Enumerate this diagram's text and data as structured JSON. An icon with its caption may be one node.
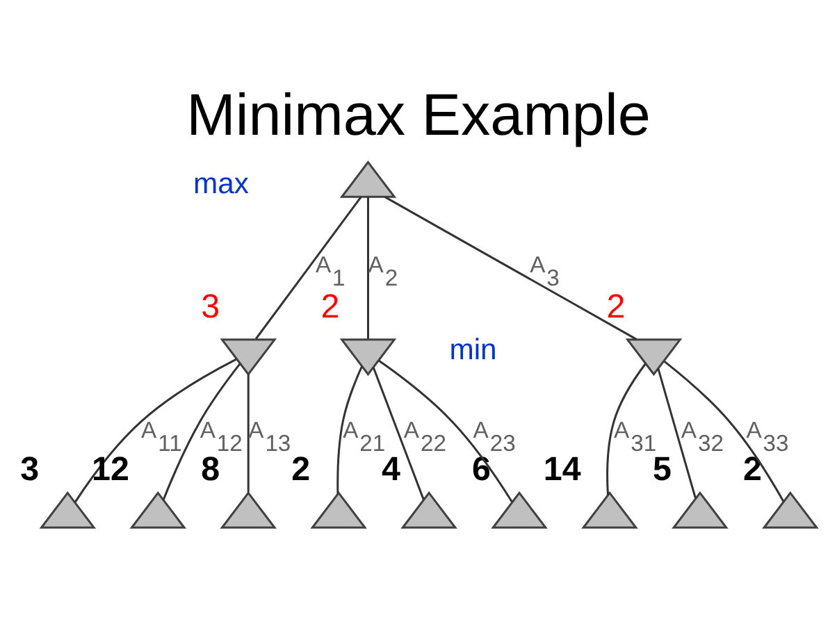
{
  "diagram": {
    "title": "Minimax Example",
    "nodes": [
      {
        "text": [],
        "shape": "triangle"
      },
      {
        "text": [],
        "shape": "triangle",
        "beside": [
          "3"
        ]
      },
      {
        "text": [],
        "shape": "triangle",
        "beside": [
          "2"
        ]
      },
      {
        "text": [],
        "shape": "triangle",
        "beside": [
          "2"
        ]
      },
      {
        "text": [],
        "shape": "triangle",
        "beside": [
          "3"
        ]
      },
      {
        "text": [],
        "shape": "triangle",
        "beside": [
          "12"
        ]
      },
      {
        "text": [],
        "shape": "triangle",
        "beside": [
          "8"
        ]
      },
      {
        "text": [],
        "shape": "triangle",
        "beside": [
          "2"
        ]
      },
      {
        "text": [],
        "shape": "triangle",
        "beside": [
          "4"
        ]
      },
      {
        "text": [],
        "shape": "triangle",
        "beside": [
          "6"
        ]
      },
      {
        "text": [],
        "shape": "triangle",
        "beside": [
          "14"
        ]
      },
      {
        "text": [],
        "shape": "triangle",
        "beside": [
          "5"
        ]
      },
      {
        "text": [],
        "shape": "triangle",
        "beside": [
          "2"
        ]
      }
    ],
    "edges": [
      {
        "from": 0,
        "to": 1,
        "arrow": "none",
        "label": "A$_{1}$"
      },
      {
        "from": 0,
        "to": 2,
        "arrow": "none",
        "label": "A$_{2}$"
      },
      {
        "from": 0,
        "to": 3,
        "arrow": "none",
        "label": "A$_{3}$"
      },
      {
        "from": 1,
        "to": 4,
        "arrow": "none",
        "label": "A$_{11}$"
      },
      {
        "from": 1,
        "to": 5,
        "arrow": "none",
        "label": "A$_{12}$"
      },
      {
        "from": 1,
        "to": 6,
        "arrow": "none",
        "label": "A$_{13}$"
      },
      {
        "from": 2,
        "to": 7,
        "arrow": "none",
        "label": "A$_{21}$"
      },
      {
        "from": 2,
        "to": 8,
        "arrow": "none",
        "label": "A$_{22}$"
      },
      {
        "from": 2,
        "to": 9,
        "arrow": "none",
        "label": "A$_{23}$"
      },
      {
        "from": 3,
        "to": 10,
        "arrow": "none",
        "label": "A$_{31}$"
      },
      {
        "from": 3,
        "to": 11,
        "arrow": "none",
        "label": "A$_{32}$"
      },
      {
        "from": 3,
        "to": 12,
        "arrow": "none",
        "label": "A$_{33}$"
      }
    ],
    "labels": [
      "max",
      "min"
    ]
  }
}
